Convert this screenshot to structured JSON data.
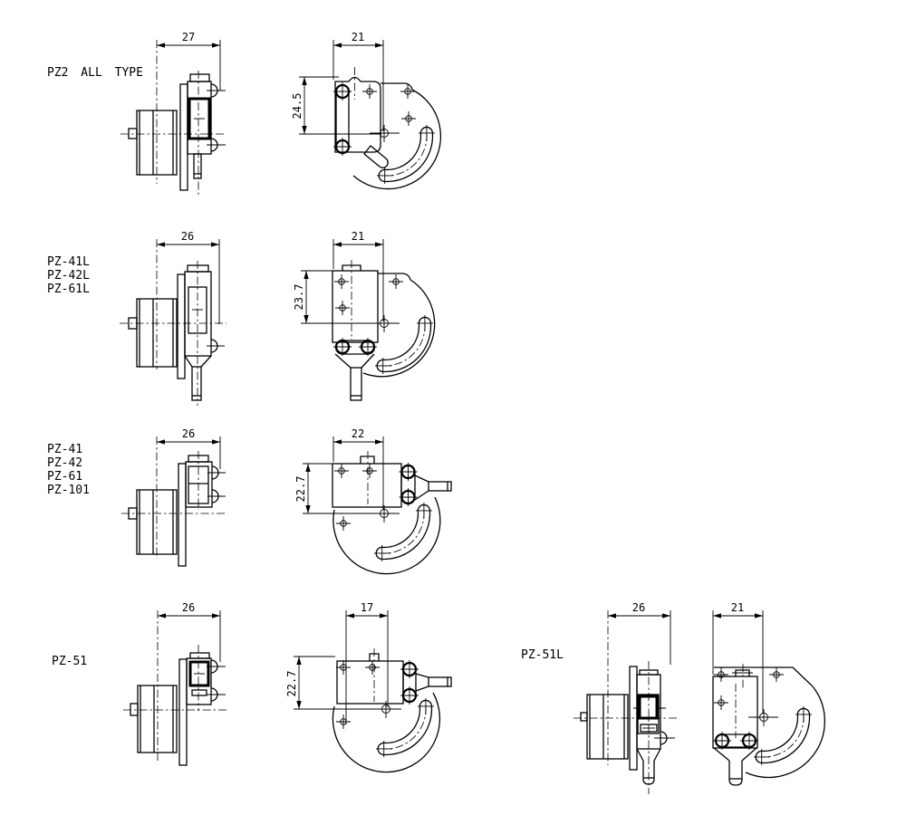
{
  "canvas": {
    "background": "#ffffff",
    "line_color": "#000000"
  },
  "models": [
    {
      "labels": [
        "PZ2 ALL TYPE"
      ],
      "side": {
        "width": "27"
      },
      "front": {
        "width": "21",
        "height": "24.5"
      }
    },
    {
      "labels": [
        "PZ-41L",
        "PZ-42L",
        "PZ-61L"
      ],
      "side": {
        "width": "26"
      },
      "front": {
        "width": "21",
        "height": "23.7"
      }
    },
    {
      "labels": [
        "PZ-41",
        "PZ-42",
        "PZ-61",
        "PZ-101"
      ],
      "side": {
        "width": "26"
      },
      "front": {
        "width": "22",
        "height": "22.7"
      }
    },
    {
      "labels": [
        "PZ-51"
      ],
      "side": {
        "width": "26"
      },
      "front": {
        "width": "17",
        "height": "22.7"
      }
    },
    {
      "labels": [
        "PZ-51L"
      ],
      "side": {
        "width": "26"
      },
      "front": {
        "width": "21"
      }
    }
  ]
}
